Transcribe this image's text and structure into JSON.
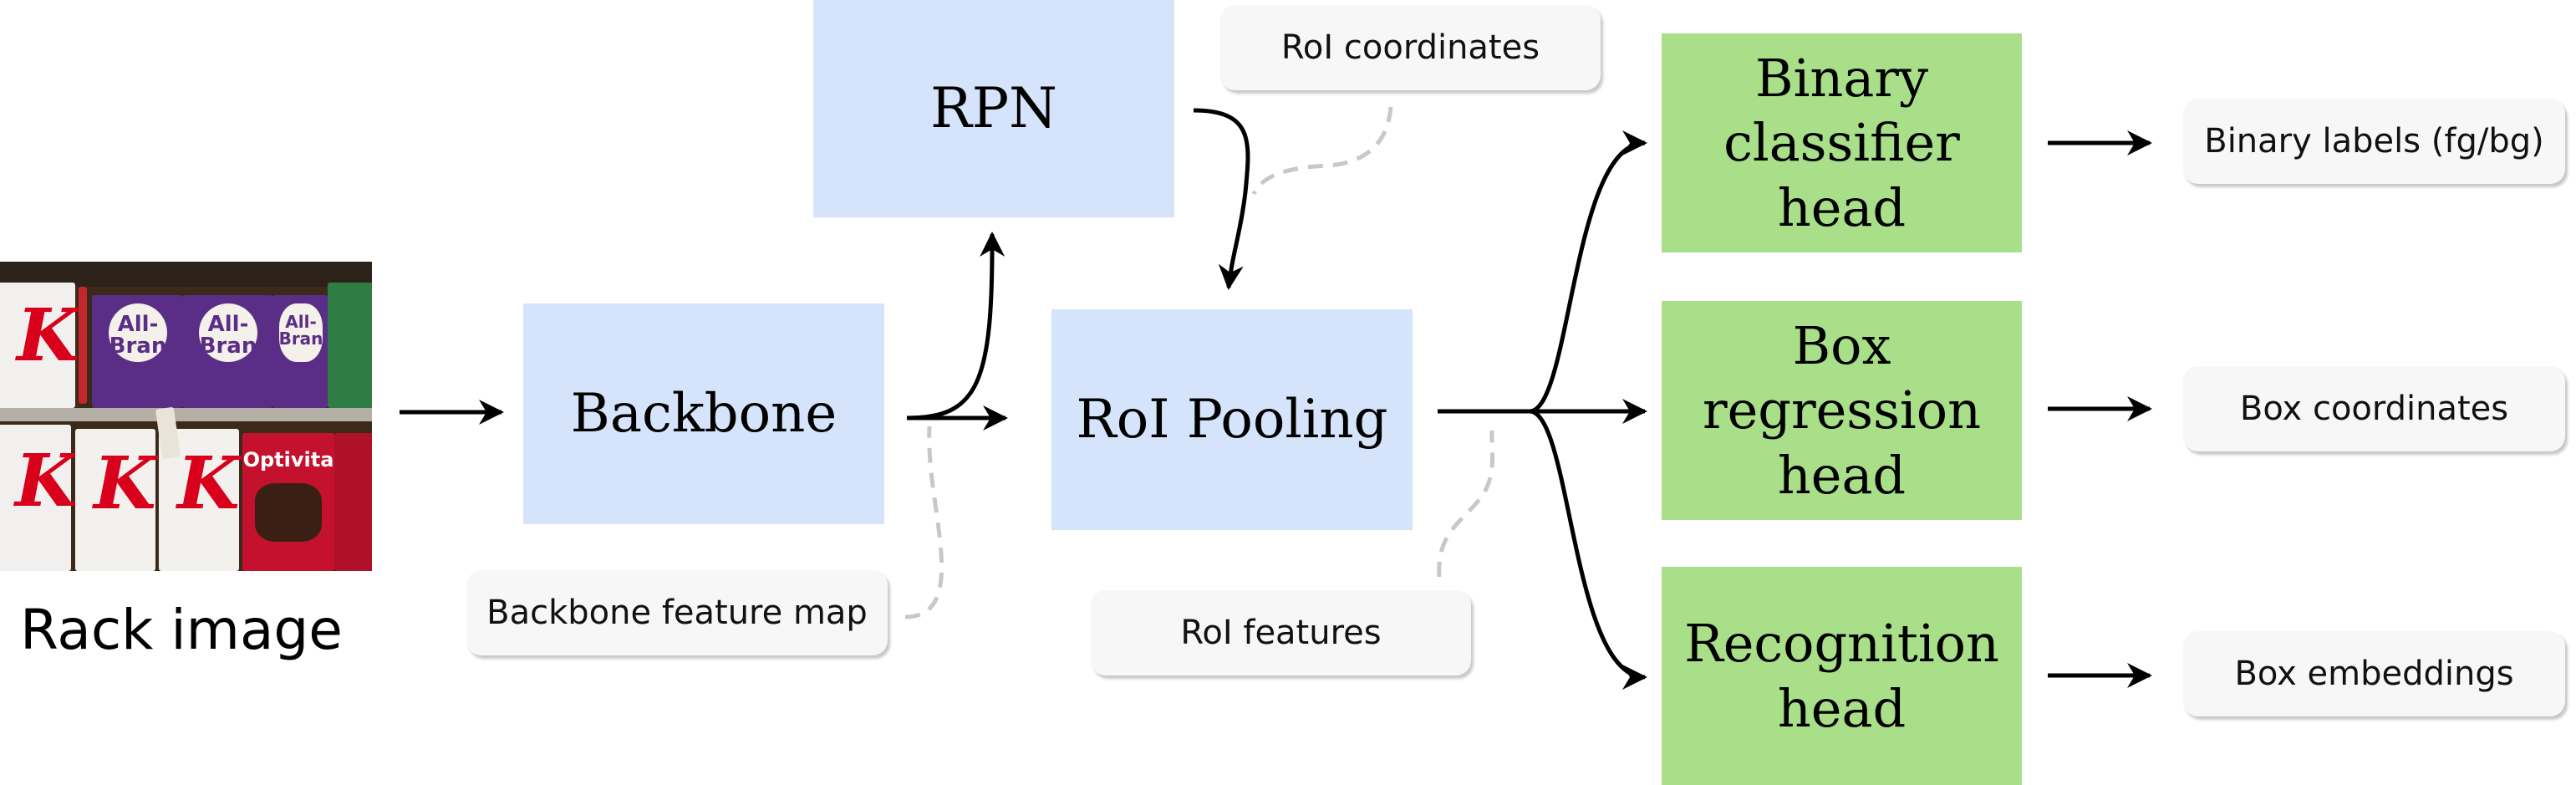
{
  "image_caption": "Rack image",
  "rack_photo": {
    "brand_texts": [
      "All-Bran",
      "All-Bran",
      "All-Bran",
      "Optivita"
    ]
  },
  "boxes": {
    "backbone": "Backbone",
    "rpn": "RPN",
    "roi_pooling": "RoI Pooling",
    "binary_classifier_head": "Binary\nclassifier\nhead",
    "box_regression_head": "Box\nregression\nhead",
    "recognition_head": "Recognition\nhead"
  },
  "annotations": {
    "backbone_feature_map": "Backbone feature map",
    "roi_coordinates": "RoI coordinates",
    "roi_features": "RoI features"
  },
  "outputs": {
    "binary_labels": "Binary labels (fg/bg)",
    "box_coordinates": "Box coordinates",
    "box_embeddings": "Box embeddings"
  },
  "colors": {
    "blue_box": "#d5e4fb",
    "green_box": "#a8df88",
    "pill": "#f7f7f7",
    "arrow": "#000000",
    "dashed_connector": "#c8c8c8"
  }
}
